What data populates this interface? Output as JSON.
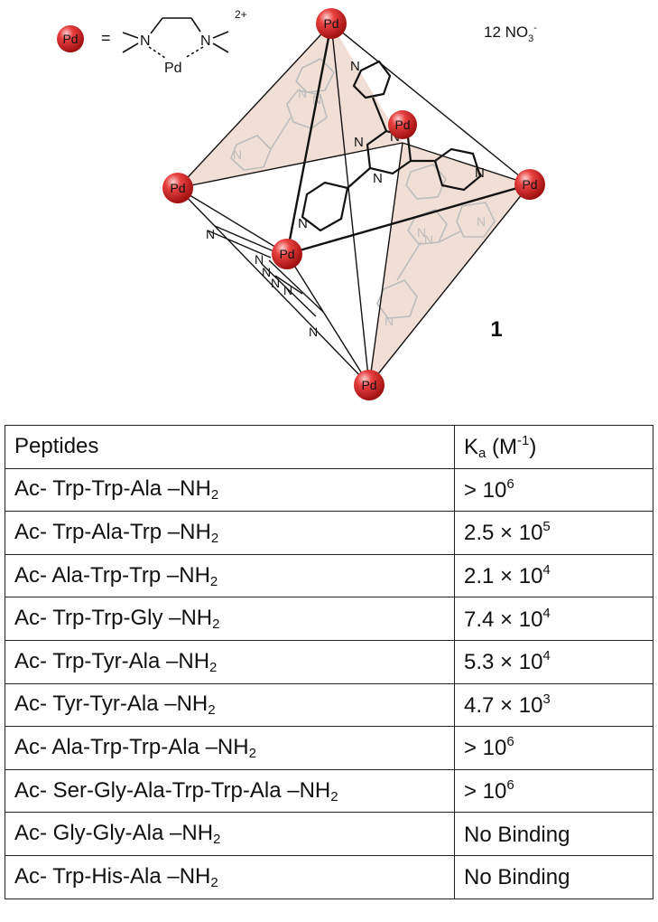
{
  "legend": {
    "pd_label": "Pd",
    "equals": "=",
    "n_left": "N",
    "n_right": "N",
    "pd_center": "Pd",
    "charge": "2+",
    "counterion": "12 NO",
    "counterion_sub": "3",
    "counterion_sup": "-"
  },
  "cage": {
    "compound_number": "1",
    "atom_labels": {
      "pd": "Pd",
      "n": "N"
    }
  },
  "colors": {
    "pd_sphere": "#d42020",
    "face_fill": "#e8c8b8",
    "ghost_ligand": "#b8b8b8"
  },
  "table": {
    "header": {
      "peptides": "Peptides",
      "ka_main": "K",
      "ka_sub": "a",
      "ka_unit": " (M",
      "ka_sup": "-1",
      "ka_close": ")"
    },
    "rows": [
      {
        "peptide": "Ac- Trp-Trp-Ala –NH",
        "peptide_sub": "2",
        "ka_base": "> 10",
        "ka_exp": "6"
      },
      {
        "peptide": "Ac- Trp-Ala-Trp –NH",
        "peptide_sub": "2",
        "ka_base": "2.5 × 10",
        "ka_exp": "5"
      },
      {
        "peptide": "Ac- Ala-Trp-Trp –NH",
        "peptide_sub": "2",
        "ka_base": "2.1 × 10",
        "ka_exp": "4"
      },
      {
        "peptide": "Ac- Trp-Trp-Gly –NH",
        "peptide_sub": "2",
        "ka_base": "7.4 × 10",
        "ka_exp": "4"
      },
      {
        "peptide": "Ac- Trp-Tyr-Ala –NH",
        "peptide_sub": "2",
        "ka_base": "5.3 × 10",
        "ka_exp": "4"
      },
      {
        "peptide": "Ac- Tyr-Tyr-Ala –NH",
        "peptide_sub": "2",
        "ka_base": "4.7 × 10",
        "ka_exp": "3"
      },
      {
        "peptide": "Ac- Ala-Trp-Trp-Ala –NH",
        "peptide_sub": "2",
        "ka_base": "> 10",
        "ka_exp": "6"
      },
      {
        "peptide": "Ac- Ser-Gly-Ala-Trp-Trp-Ala –NH",
        "peptide_sub": "2",
        "ka_base": "> 10",
        "ka_exp": "6"
      },
      {
        "peptide": "Ac- Gly-Gly-Ala –NH",
        "peptide_sub": "2",
        "ka_base": "No Binding",
        "ka_exp": ""
      },
      {
        "peptide": "Ac- Trp-His-Ala –NH",
        "peptide_sub": "2",
        "ka_base": "No Binding",
        "ka_exp": ""
      }
    ]
  }
}
